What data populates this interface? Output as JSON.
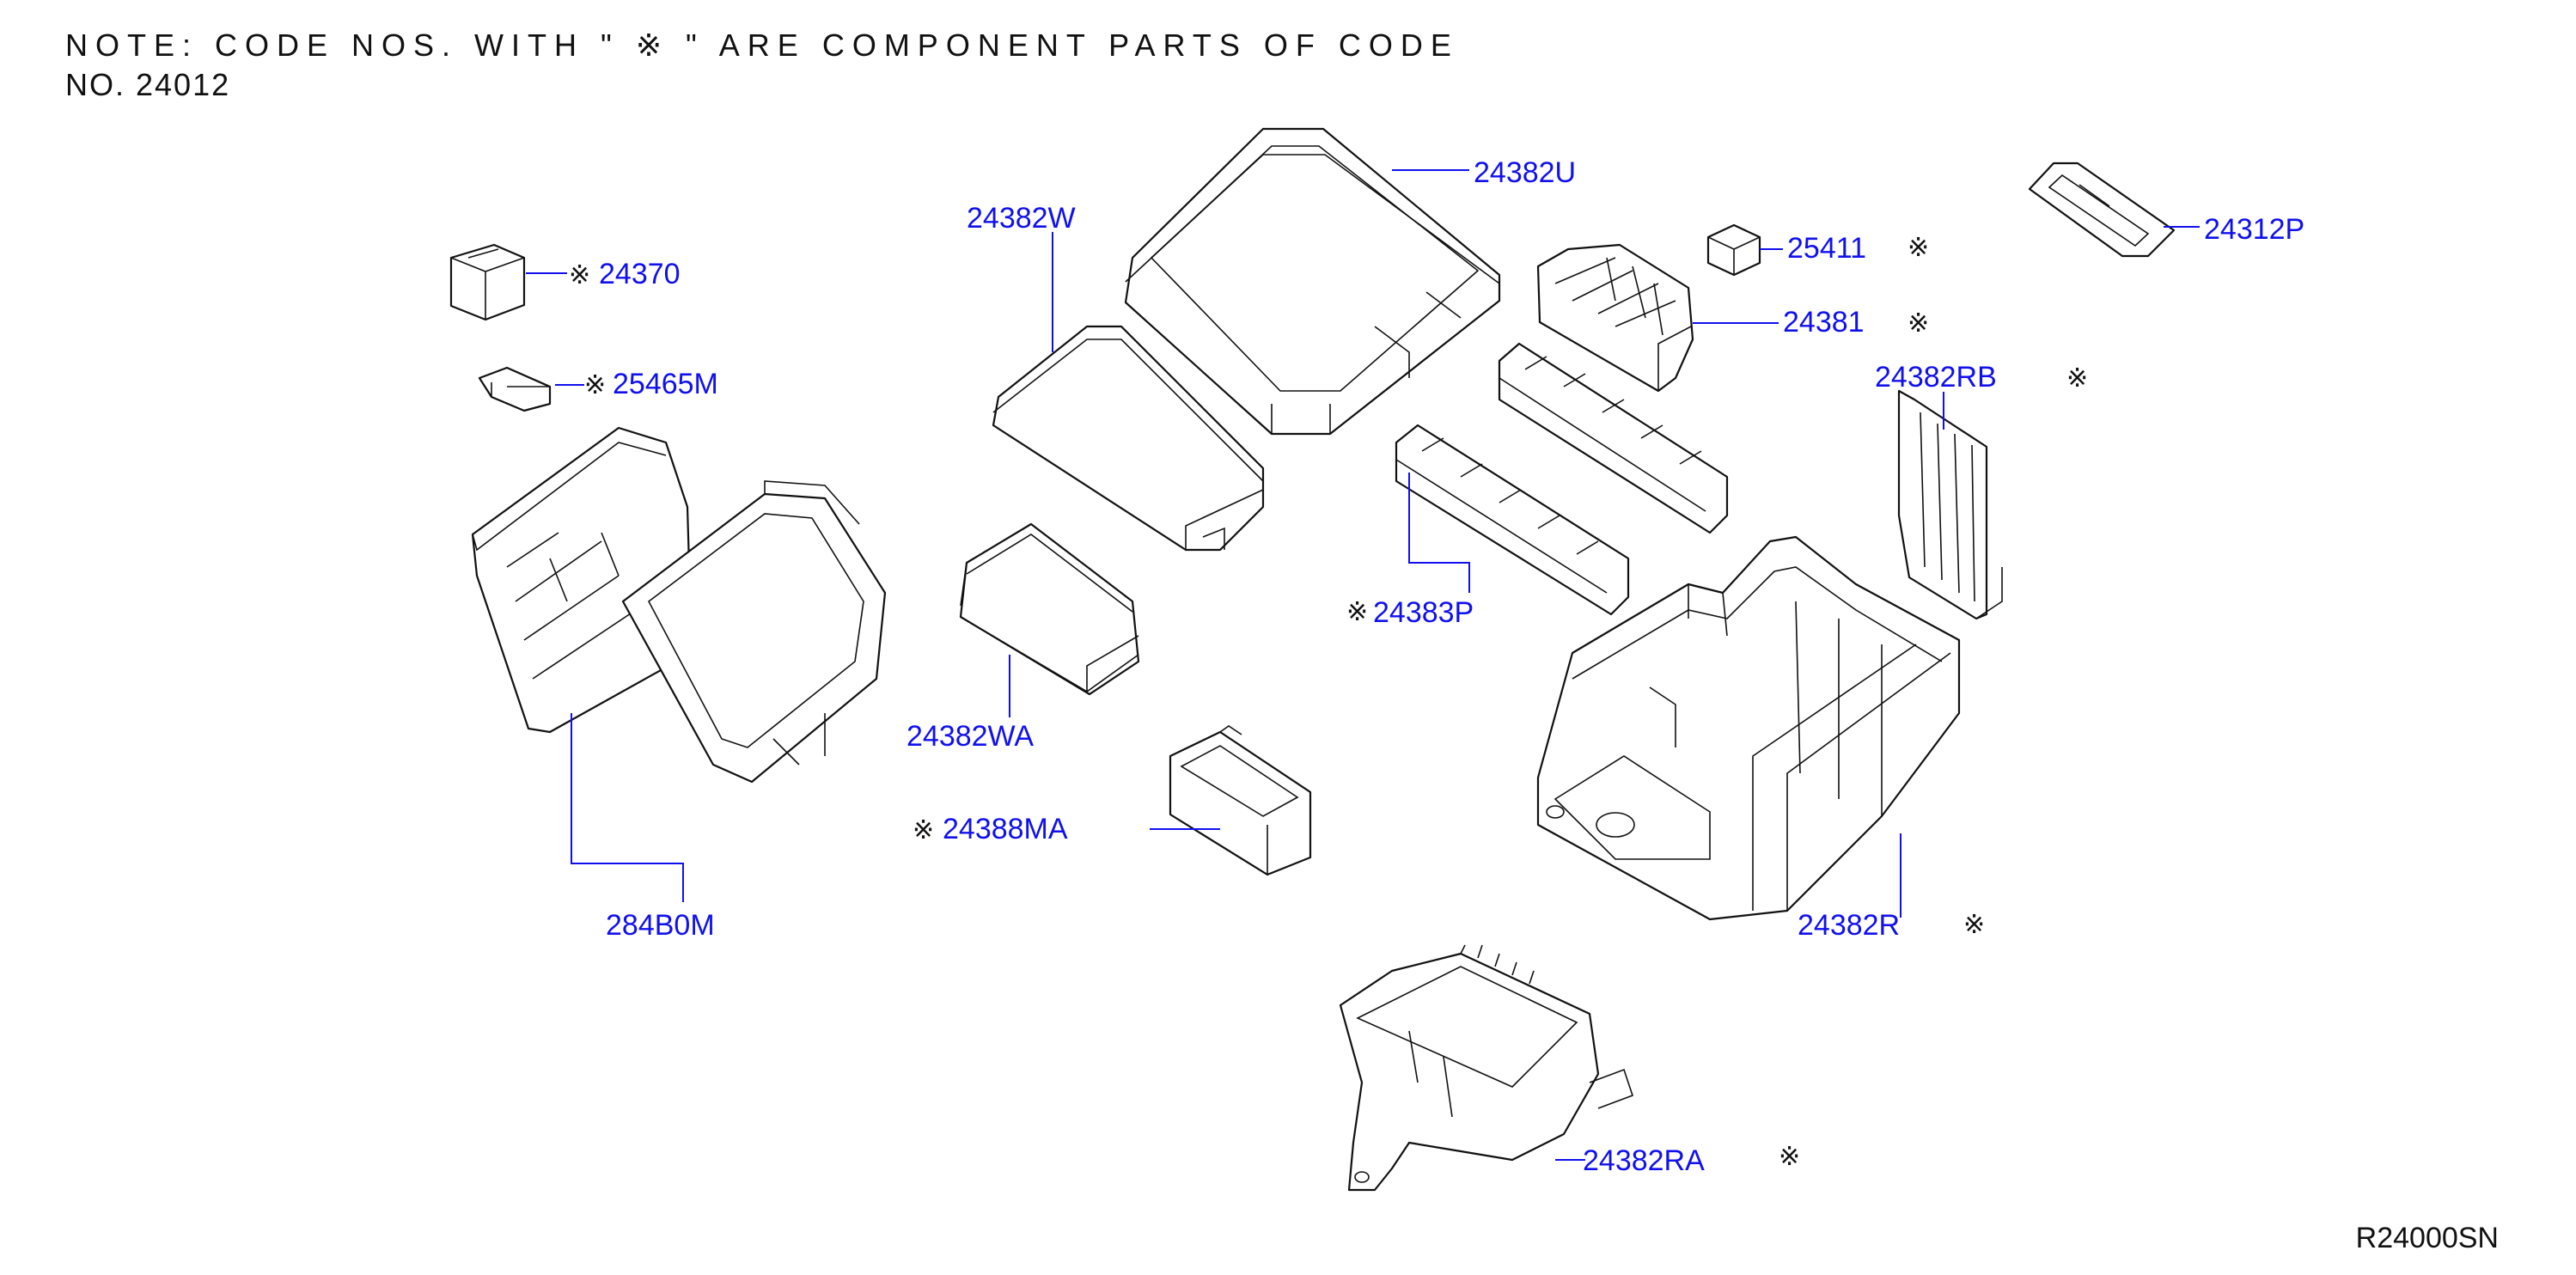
{
  "note": {
    "line1_prefix": "NOTE: CODE NOS. WITH \"",
    "marker": "※",
    "line1_suffix": "\" ARE COMPONENT PARTS OF CODE",
    "line2": "NO. 24012"
  },
  "marker_symbol": "※",
  "parts": {
    "p24382U": "24382U",
    "p24382W": "24382W",
    "p24370": "24370",
    "p25465M": "25465M",
    "p25411": "25411",
    "p24381": "24381",
    "p24312P": "24312P",
    "p24382RB": "24382RB",
    "p24383P": "24383P",
    "p24382WA": "24382WA",
    "p24388MA": "24388MA",
    "p284B0M": "284B0M",
    "p24382R": "24382R",
    "p24382RA": "24382RA"
  },
  "diagram_ref": "R24000SN",
  "colors": {
    "label": "#1010ee",
    "line": "#111111"
  }
}
